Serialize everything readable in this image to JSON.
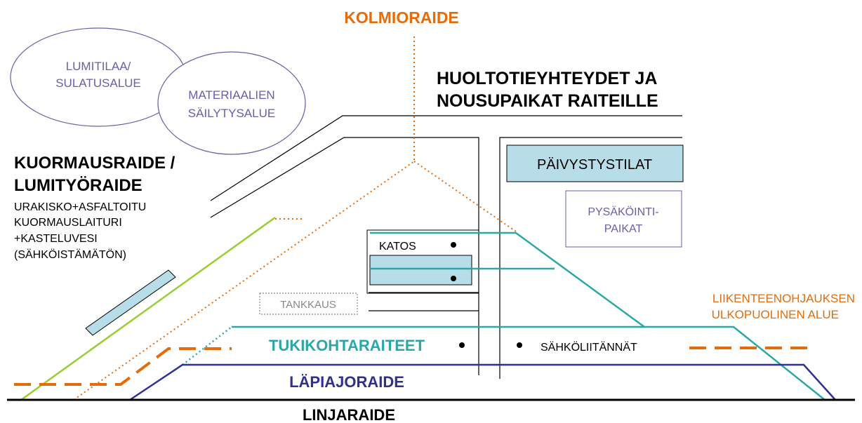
{
  "labels": {
    "kolmioraide": "KOLMIORAIDE",
    "huolto_line1": "HUOLTOTIEYHTEYDET JA",
    "huolto_line2": "NOUSUPAIKAT RAITEILLE",
    "lumitilaa_line1": "LUMITILAA/",
    "lumitilaa_line2": "SULATUSALUE",
    "materiaali_line1": "MATERIAALIEN",
    "materiaali_line2": "SÄILYTYSALUE",
    "kuormaus_line1": "KUORMAUSRAIDE /",
    "kuormaus_line2": "LUMITYÖRAIDE",
    "kuormaus_desc1": "URAKISKO+ASFALTOITU",
    "kuormaus_desc2": "KUORMAUSLAITURI",
    "kuormaus_desc3": "+KASTELUVESI",
    "kuormaus_desc4": "(SÄHKÖISTÄMÄTÖN)",
    "paivystys": "PÄIVYSTYSTILAT",
    "pysakointi_line1": "PYSÄKÖINTI-",
    "pysakointi_line2": "PAIKAT",
    "katos": "KATOS",
    "tankkaus": "TANKKAUS",
    "liikenne_line1": "LIIKENTEENOHJAUKSEN",
    "liikenne_line2": "ULKOPUOLINEN ALUE",
    "tukikohta": "TUKIKOHTARAITEET",
    "sahko": "SÄHKÖLIITÄNNÄT",
    "lapiajo": "LÄPIAJORAIDE",
    "linjaraide": "LINJARAIDE"
  },
  "colors": {
    "orange": "#e46c0a",
    "teal": "#2aa8a8",
    "navy": "#2e3192",
    "green": "#9acd32",
    "lavender_text": "#6a5fa8",
    "box_fill": "#b7dde8",
    "black": "#000000",
    "gray": "#888888"
  }
}
